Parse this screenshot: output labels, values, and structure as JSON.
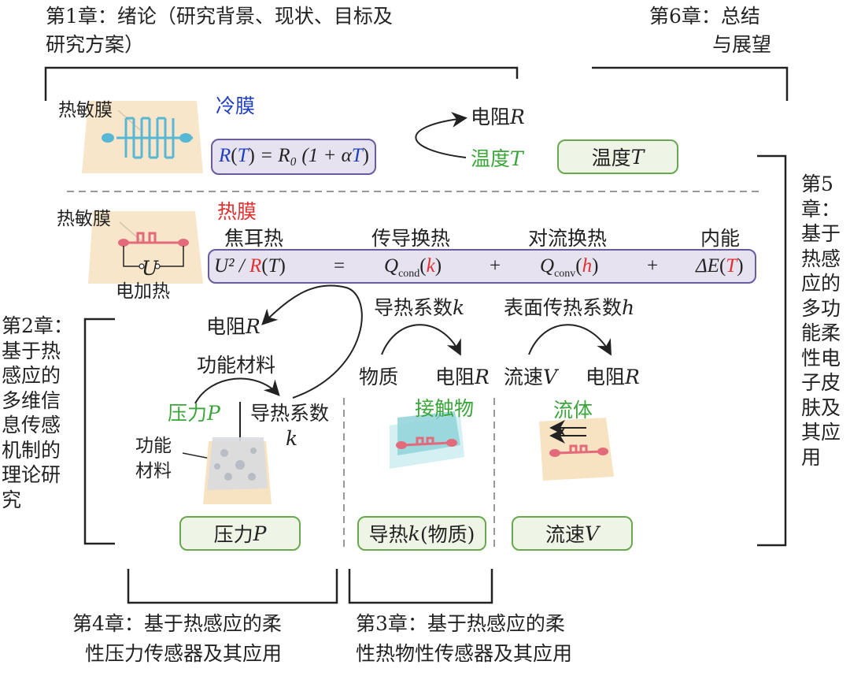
{
  "chapters": {
    "ch1_line1": "第1章：绪论（研究背景、现状、目标及",
    "ch1_line2": "研究方案）",
    "ch6_line1": "第6章：总结",
    "ch6_line2": "与展望",
    "ch2": "第2章：基于热感应的多维信息传感机制的理论研究",
    "ch5": "第5章：基于热感应的多功能柔性电子皮肤及其应用",
    "ch4_line1": "第4章：基于热感应的柔",
    "ch4_line2": "性压力传感器及其应用",
    "ch3_line1": "第3章：基于热感应的柔",
    "ch3_line2": "性热物性传感器及其应用"
  },
  "cold": {
    "film_label": "热敏膜",
    "title": "冷膜",
    "eq_R": "R",
    "eq_T": "T",
    "eq_rest": "= R₀ (1 + α",
    "arrow_to": "电阻",
    "arrow_to_var": "R",
    "arrow_from": "温度",
    "arrow_from_var": "T",
    "output_label": "温度",
    "output_var": "T"
  },
  "hot": {
    "film_label": "热敏膜",
    "title": "热膜",
    "voltage_var": "U",
    "heater_label": "电加热",
    "terms": [
      "焦耳热",
      "传导换热",
      "对流换热",
      "内能"
    ],
    "eq_joule": "U² / ",
    "eq_R": "R",
    "eq_T": "T",
    "eq_equals": "=",
    "eq_qcond": "Q",
    "eq_qcond_sub": "cond",
    "eq_k": "k",
    "eq_plus": "+",
    "eq_qconv": "Q",
    "eq_qconv_sub": "conv",
    "eq_h": "h",
    "eq_dE": "ΔE",
    "eq_T2": "T"
  },
  "pressure": {
    "resistance": "电阻",
    "resistance_var": "R",
    "func_material": "功能材料",
    "pressure_label": "压力",
    "pressure_var": "P",
    "conductivity_label": "导热系数",
    "conductivity_var": "k",
    "material_label_1": "功能",
    "material_label_2": "材料",
    "output_label": "压力",
    "output_var": "P"
  },
  "thermal": {
    "k_label": "导热系数",
    "k_var": "k",
    "substance": "物质",
    "resistance": "电阻",
    "resistance_var": "R",
    "contact": "接触物",
    "output_label": "导热",
    "output_var": "k",
    "output_suffix": " (物质)"
  },
  "flow": {
    "h_label": "表面传热系数",
    "h_var": "h",
    "velocity": "流速",
    "velocity_var": "V",
    "resistance": "电阻",
    "resistance_var": "R",
    "fluid": "流体",
    "output_label": "流速",
    "output_var": "V"
  },
  "colors": {
    "blue": "#1f3fbf",
    "red": "#e03030",
    "green": "#3aa63a",
    "eq_border": "#6a5a9e",
    "eq_fill": "#e6e2f0",
    "out_border": "#6aa84f",
    "out_fill": "#eef5e6",
    "film_fill": "#f7e2c1",
    "sensor_blue": "#59b7d6",
    "sensor_red": "#e36a7a"
  }
}
